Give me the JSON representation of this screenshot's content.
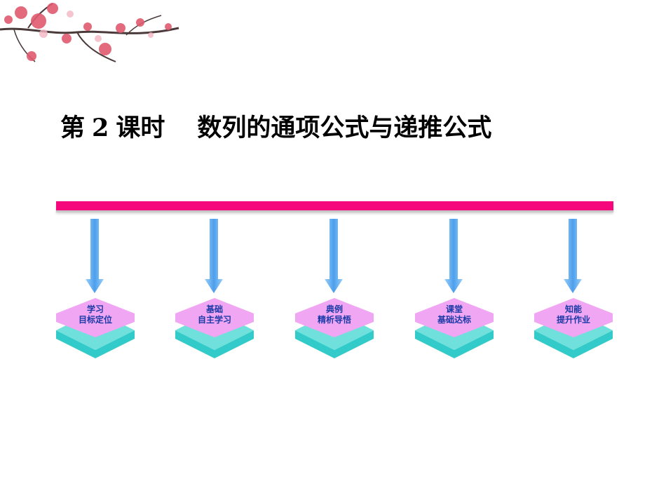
{
  "title": {
    "part1": "第",
    "num": "2",
    "part2": "课时",
    "part3": "数列的通项公式与递推公式"
  },
  "colors": {
    "bar": "#f5087c",
    "arrow": "#5aa8ef",
    "tile_top": "#f1a6f3",
    "tile_base": "#33cbc9",
    "label": "#1a3aa8"
  },
  "modules": [
    {
      "line1": "学习",
      "line2": "目标定位"
    },
    {
      "line1": "基础",
      "line2": "自主学习"
    },
    {
      "line1": "典例",
      "line2": "精析导悟"
    },
    {
      "line1": "课堂",
      "line2": "基础达标"
    },
    {
      "line1": "知能",
      "line2": "提升作业"
    }
  ]
}
